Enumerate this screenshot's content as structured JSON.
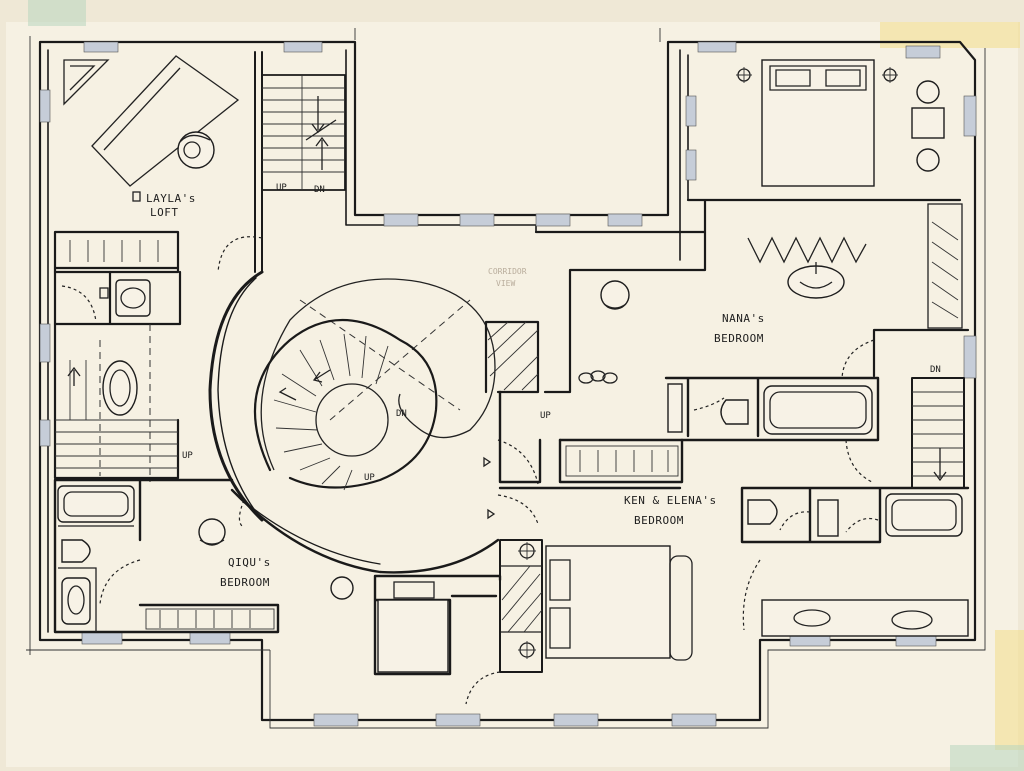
{
  "colors": {
    "paper": "#f5f0e2",
    "ink": "#1a1a1a",
    "window_tint": "#c6cdd8",
    "tape_yellow": "#f2dc8a",
    "tape_green": "#b8d6c0"
  },
  "rooms": {
    "layla": "LAYLA's",
    "layla_2": "LOFT",
    "nana": "NANA's",
    "nana_2": "BEDROOM",
    "ken_elena": "KEN & ELENA's",
    "ken_elena_2": "BEDROOM",
    "qiqu": "QIQU's",
    "qiqu_2": "BEDROOM"
  },
  "corridor": {
    "line1": "CORRIDOR",
    "line2": "VIEW"
  },
  "stairs": {
    "up": "UP",
    "dn": "DN"
  }
}
